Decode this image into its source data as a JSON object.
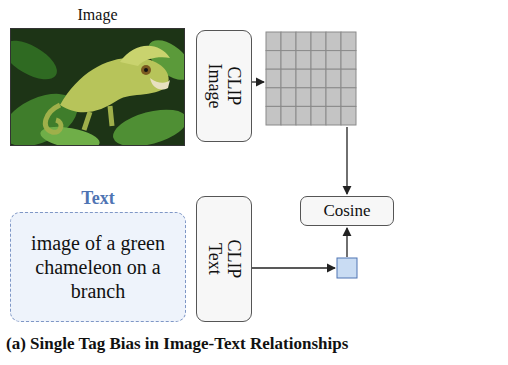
{
  "diagram": {
    "caption": "(a) Single Tag Bias in Image-Text Relationships",
    "nodes": [
      {
        "text": [
          "Image"
        ]
      },
      {
        "text": [
          "CLIP Image"
        ]
      },
      {
        "text": [
          "Cosine"
        ]
      },
      {
        "text": [
          "Text",
          "image of a green chameleon on a branch"
        ]
      },
      {
        "text": [
          "CLIP Text"
        ]
      }
    ]
  }
}
